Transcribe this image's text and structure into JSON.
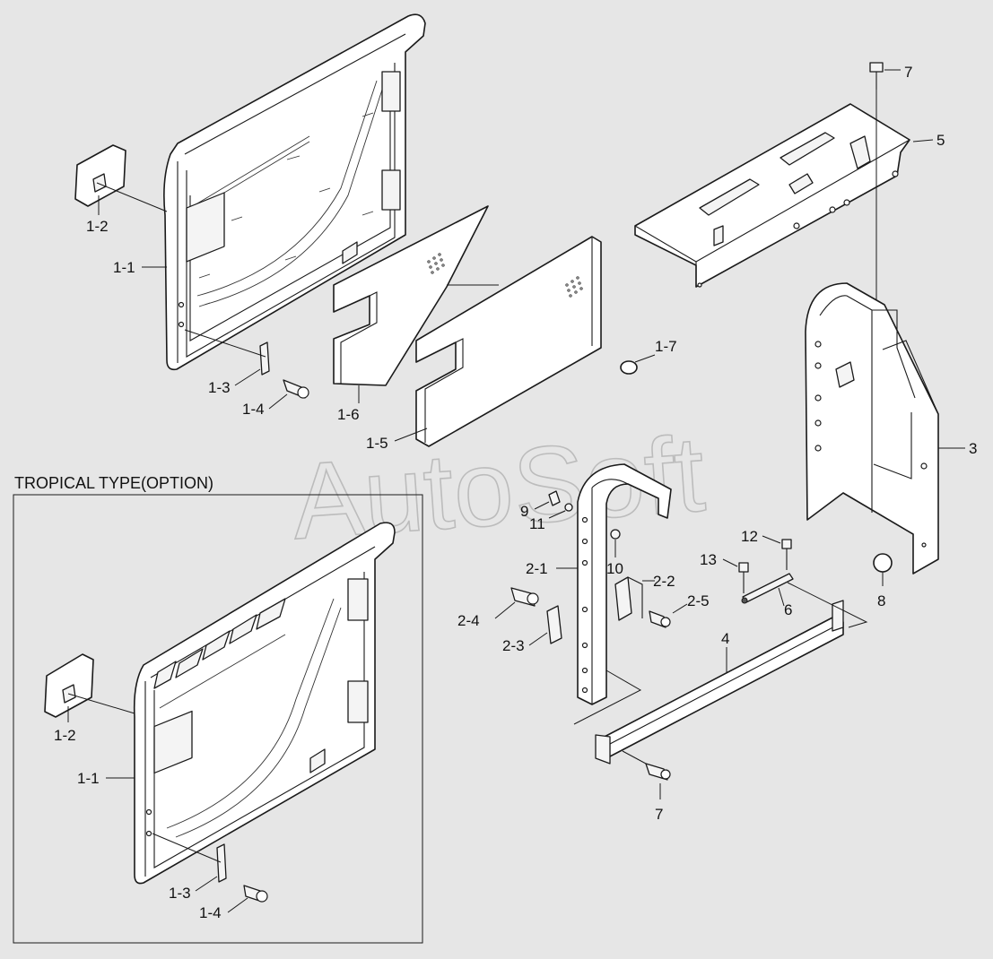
{
  "inset": {
    "title": "TROPICAL TYPE(OPTION)"
  },
  "watermark": "AutoSoft",
  "labels": {
    "l_1_2_top": "1-2",
    "l_1_1_top": "1-1",
    "l_1_3_top": "1-3",
    "l_1_4_top": "1-4",
    "l_1_6": "1-6",
    "l_1_5": "1-5",
    "l_1_7": "1-7",
    "l_7_top": "7",
    "l_5": "5",
    "l_3": "3",
    "l_9": "9",
    "l_11": "11",
    "l_10": "10",
    "l_2_1": "2-1",
    "l_2_2": "2-2",
    "l_2_5": "2-5",
    "l_2_4": "2-4",
    "l_2_3": "2-3",
    "l_12": "12",
    "l_13": "13",
    "l_6": "6",
    "l_8": "8",
    "l_4": "4",
    "l_7_bottom": "7",
    "l_1_2_inset": "1-2",
    "l_1_1_inset": "1-1",
    "l_1_3_inset": "1-3",
    "l_1_4_inset": "1-4"
  },
  "colors": {
    "background": "#e6e6e6",
    "line": "#1a1a1a",
    "part_fill": "#ffffff",
    "watermark": "#9a9a9a"
  }
}
